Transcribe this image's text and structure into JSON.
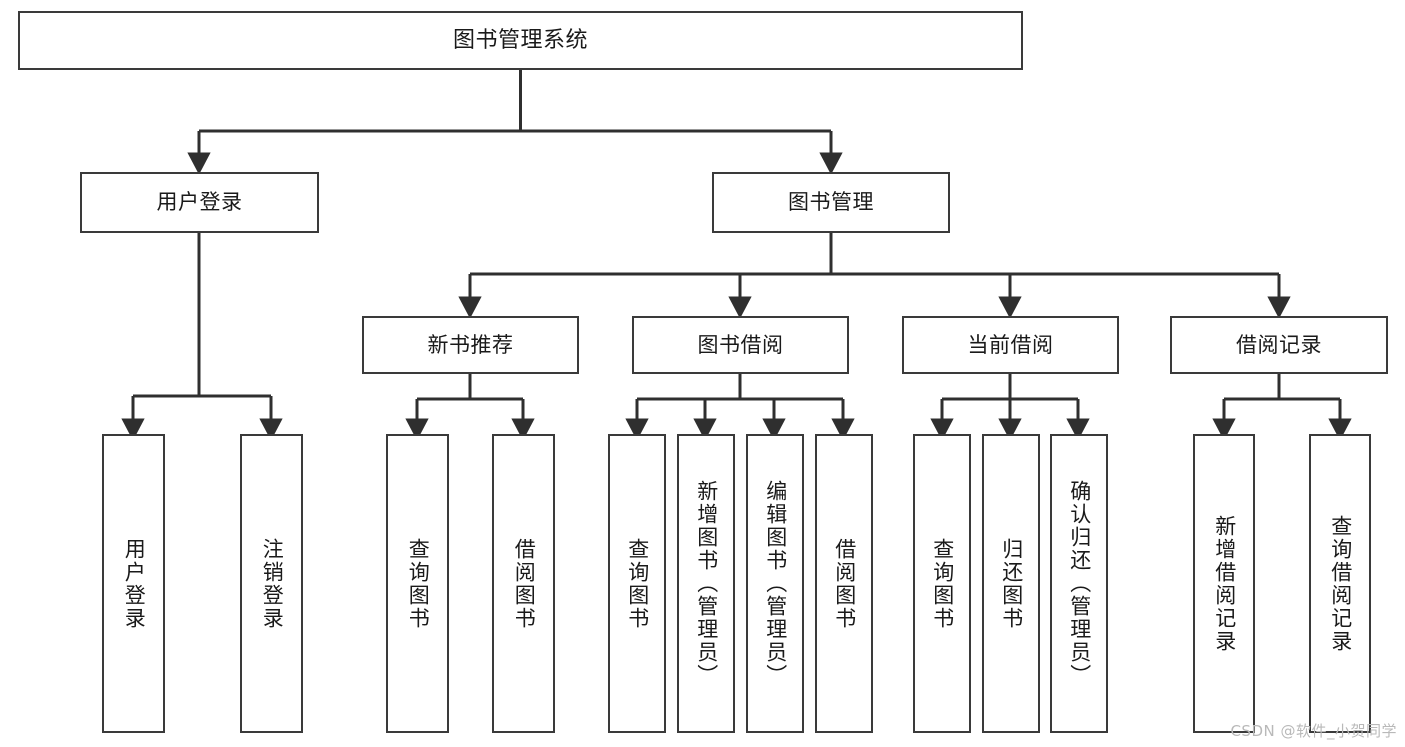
{
  "diagram": {
    "title": "图书管理系统",
    "type": "tree-hierarchy-chart",
    "watermark": "CSDN @软件_小贺同学",
    "colors": {
      "background": "#ffffff",
      "node_border": "#3a3a3a",
      "node_fill": "#ffffff",
      "text": "#1a1a1a",
      "connector": "#2f2f2f",
      "watermark": "#b9b9b9"
    },
    "root": {
      "label": "图书管理系统"
    },
    "level2": [
      {
        "label": "用户登录"
      },
      {
        "label": "图书管理"
      }
    ],
    "level3": [
      {
        "label": "新书推荐"
      },
      {
        "label": "图书借阅"
      },
      {
        "label": "当前借阅"
      },
      {
        "label": "借阅记录"
      }
    ],
    "leaves": {
      "user_login": [
        {
          "label": "用户登录"
        },
        {
          "label": "注销登录"
        }
      ],
      "new_book_recommend": [
        {
          "label": "查询图书"
        },
        {
          "label": "借阅图书"
        }
      ],
      "book_borrow": [
        {
          "label": "查询图书"
        },
        {
          "label": "新增图书（管理员）"
        },
        {
          "label": "编辑图书（管理员）"
        },
        {
          "label": "借阅图书"
        }
      ],
      "current_borrow": [
        {
          "label": "查询图书"
        },
        {
          "label": "归还图书"
        },
        {
          "label": "确认归还（管理员）"
        }
      ],
      "borrow_record": [
        {
          "label": "新增借阅记录"
        },
        {
          "label": "查询借阅记录"
        }
      ]
    }
  }
}
